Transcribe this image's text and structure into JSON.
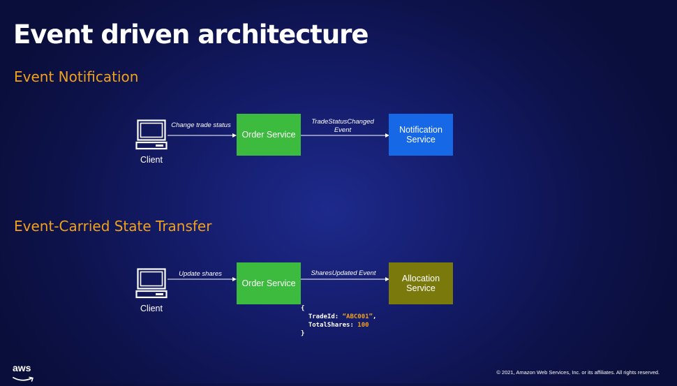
{
  "slide": {
    "title": "Event driven architecture",
    "copyright": "© 2021, Amazon Web Services, Inc. or its affiliates. All rights reserved.",
    "logo_text": "aws"
  },
  "notification": {
    "heading": "Event Notification",
    "client_label": "Client",
    "client_edge_label": "Change trade status",
    "order_service": "Order Service",
    "event_label_line1": "TradeStatusChanged",
    "event_label_line2": "Event",
    "target_service": "Notification Service"
  },
  "state_transfer": {
    "heading": "Event-Carried State Transfer",
    "client_label": "Client",
    "client_edge_label": "Update shares",
    "order_service": "Order Service",
    "event_label": "SharesUpdated Event",
    "target_service": "Allocation Service",
    "payload": {
      "open": "{",
      "trade_key": "TradeId: ",
      "trade_val": "“ABC001”",
      "trade_sep": ",",
      "shares_key": "TotalShares: ",
      "shares_val": "100",
      "close": "}"
    }
  },
  "colors": {
    "heading": "#f0a11e",
    "order_service": "#3dbb3f",
    "notification_service": "#1768e6",
    "allocation_service": "#7a7a0c"
  },
  "icons": [
    "laptop-icon",
    "aws-smile-icon"
  ]
}
